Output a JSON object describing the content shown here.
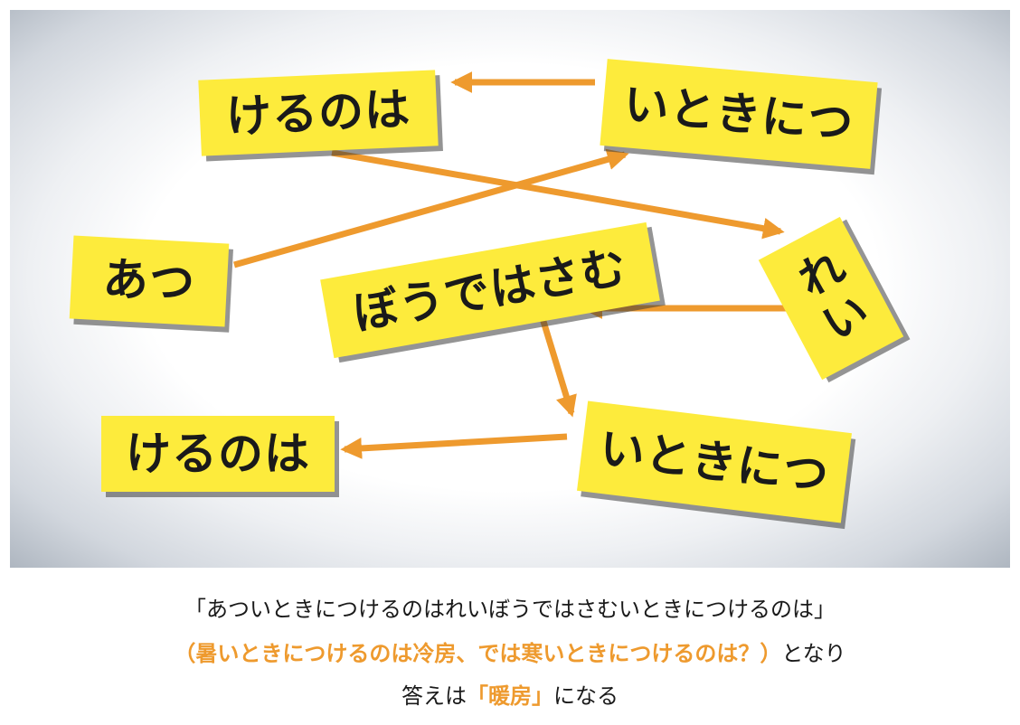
{
  "notes": {
    "top_left": "けるのは",
    "top_right": "いときにつ",
    "left": "あつ",
    "center": "ぼうではさむ",
    "right": "れい",
    "bottom_right": "いときにつ",
    "bottom_left": "けるのは"
  },
  "caption": {
    "line1": "「あついときにつけるのはれいぼうではさむいときにつけるのは」",
    "line2_accent": "（暑いときにつけるのは冷房、では寒いときにつけるのは？）",
    "line2_tail": "となり",
    "line3_head": "答えは",
    "line3_accent": "「暖房」",
    "line3_tail": "になる"
  },
  "colors": {
    "note_fill": "#fdeb3c",
    "arrow": "#ee9a2e",
    "accent_text": "#ee9a2e",
    "text": "#1a1a1a"
  }
}
